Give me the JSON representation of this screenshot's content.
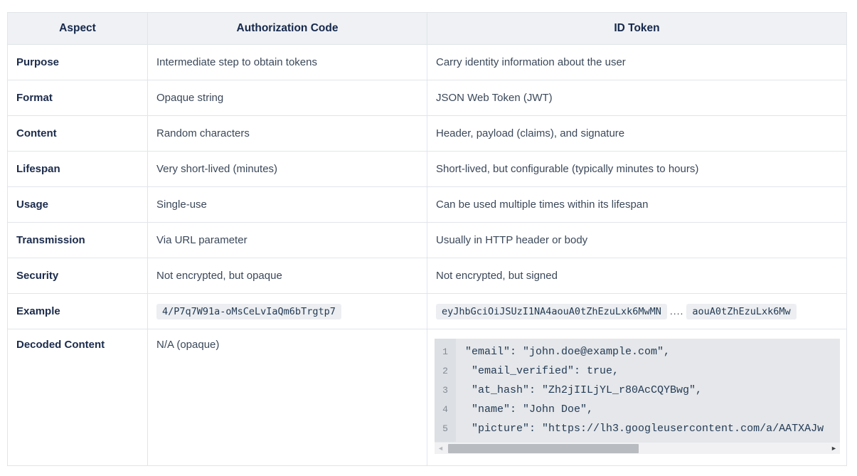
{
  "table": {
    "headers": [
      "Aspect",
      "Authorization Code",
      "ID Token"
    ],
    "rows": [
      {
        "aspect": "Purpose",
        "auth_code": "Intermediate step to obtain tokens",
        "id_token": "Carry identity information about the user"
      },
      {
        "aspect": "Format",
        "auth_code": "Opaque string",
        "id_token": "JSON Web Token (JWT)"
      },
      {
        "aspect": "Content",
        "auth_code": "Random characters",
        "id_token": "Header, payload (claims), and signature"
      },
      {
        "aspect": "Lifespan",
        "auth_code": "Very short-lived (minutes)",
        "id_token": "Short-lived, but configurable (typically minutes to hours)"
      },
      {
        "aspect": "Usage",
        "auth_code": "Single-use",
        "id_token": "Can be used multiple times within its lifespan"
      },
      {
        "aspect": "Transmission",
        "auth_code": "Via URL parameter",
        "id_token": "Usually in HTTP header or body"
      },
      {
        "aspect": "Security",
        "auth_code": "Not encrypted, but opaque",
        "id_token": "Not encrypted, but signed"
      }
    ],
    "example_row": {
      "aspect": "Example",
      "auth_code_chip": "4/P7q7W91a-oMsCeLvIaQm6bTrgtp7",
      "id_token_chip_1": "eyJhbGciOiJSUzI1NA4aouA0tZhEzuLxk6MwMN",
      "separator": "....",
      "id_token_chip_2": "aouA0tZhEzuLxk6Mw"
    },
    "decoded_row": {
      "aspect": "Decoded Content",
      "auth_code": "N/A (opaque)",
      "code_block": {
        "lines": [
          {
            "num": "1",
            "code": "\"email\": \"john.doe@example.com\","
          },
          {
            "num": "2",
            "code": " \"email_verified\": true,"
          },
          {
            "num": "3",
            "code": " \"at_hash\": \"Zh2jIILjYL_r80AcCQYBwg\","
          },
          {
            "num": "4",
            "code": " \"name\": \"John Doe\","
          },
          {
            "num": "5",
            "code": " \"picture\": \"https://lh3.googleusercontent.com/a/AATXAJw"
          }
        ]
      }
    }
  },
  "colors": {
    "header_bg": "#eff1f4",
    "border": "#e1e5e9",
    "heading_text": "#16284b",
    "body_text": "#3b4859",
    "chip_bg": "#eceef1",
    "code_bg": "#e5e7ea",
    "gutter_bg": "#dcdfe3",
    "code_text": "#243b55"
  }
}
